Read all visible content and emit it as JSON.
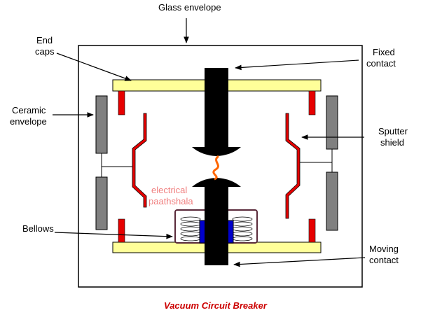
{
  "labels": {
    "glass_envelope": "Glass envelope",
    "end_caps_line1": "End",
    "end_caps_line2": "caps",
    "fixed_contact_line1": "Fixed",
    "fixed_contact_line2": "contact",
    "ceramic_envelope_line1": "Ceramic",
    "ceramic_envelope_line2": "envelope",
    "sputter_shield_line1": "Sputter",
    "sputter_shield_line2": "shield",
    "bellows": "Bellows",
    "moving_contact_line1": "Moving",
    "moving_contact_line2": "contact"
  },
  "watermark": {
    "line1": "electrical",
    "line2": "paathshala"
  },
  "caption": "Vacuum Circuit Breaker",
  "colors": {
    "end_cap_plate": "#ffff99",
    "red_parts": "#e60000",
    "ceramic": "#808080",
    "contact_rod": "#000000",
    "arc": "#ff6600",
    "bellows_core": "#0000cc",
    "caption": "#cc0000",
    "watermark": "#f07f7f"
  }
}
